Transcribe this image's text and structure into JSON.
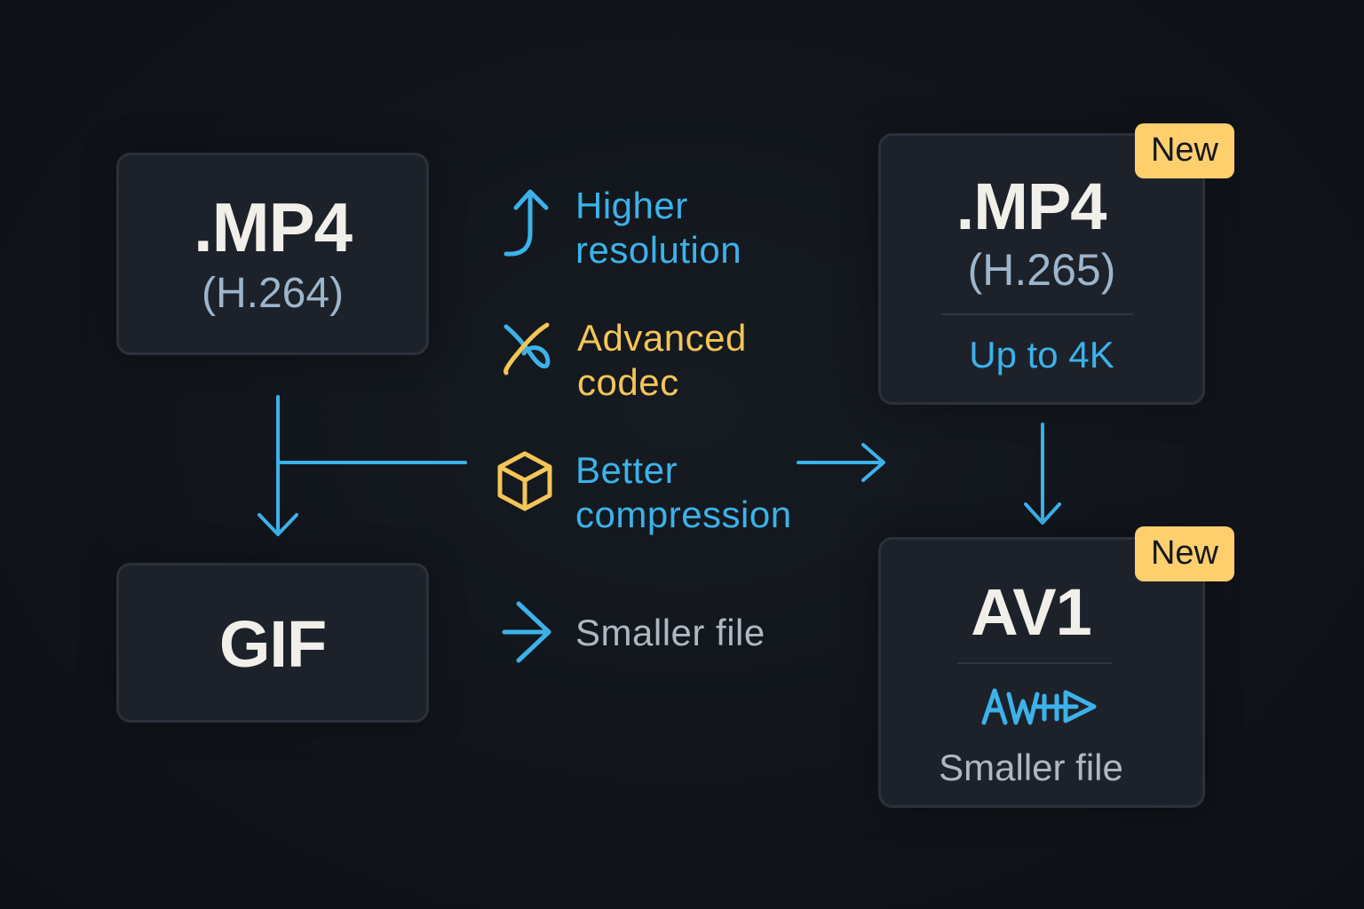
{
  "source_cards": {
    "mp4_h264": {
      "title": ".MP4",
      "subtitle": "(H.264)"
    },
    "gif": {
      "title": "GIF"
    }
  },
  "features": [
    {
      "icon": "up-arrow-icon",
      "label_line1": "Higher",
      "label_line2": "resolution",
      "color": "#3cb2ea"
    },
    {
      "icon": "codec-link-icon",
      "label_line1": "Advanced",
      "label_line2": "codec",
      "color": "#f4c557"
    },
    {
      "icon": "box-icon",
      "label_line1": "Better",
      "label_line2": "compression",
      "color": "#3cb2ea"
    },
    {
      "icon": "chevron-right-icon",
      "label_line1": "Smaller file",
      "color": "#aeb8c2"
    }
  ],
  "target_cards": {
    "mp4_h265": {
      "badge": "New",
      "title": ".MP4",
      "subtitle": "(H.265)",
      "note": "Up to 4K"
    },
    "av1": {
      "badge": "New",
      "title": "AV1",
      "note": "Smaller file"
    }
  },
  "colors": {
    "background": "#101419",
    "card": "#1d222a",
    "accent_blue": "#3cb2ea",
    "accent_gold": "#f4c557",
    "badge": "#ffcf6e"
  }
}
